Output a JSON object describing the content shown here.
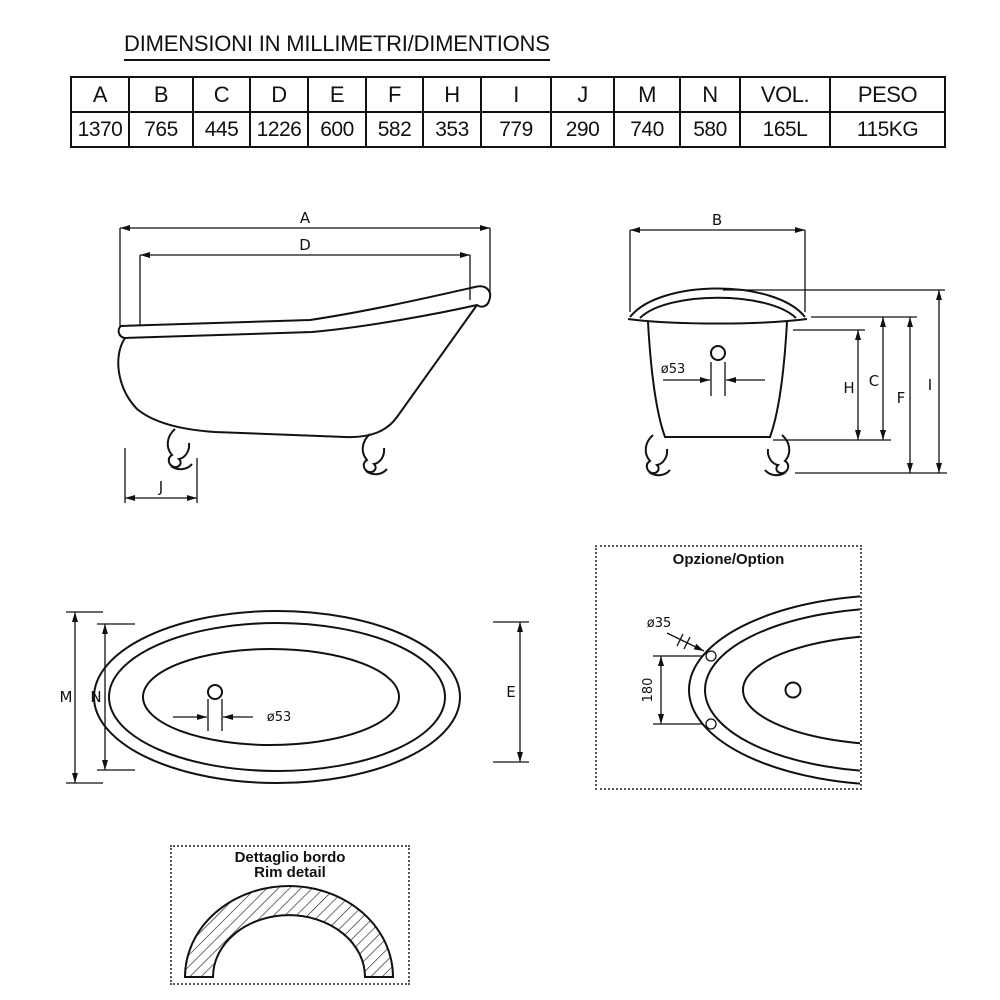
{
  "title": "DIMENSIONI IN MILLIMETRI/DIMENTIONS",
  "table": {
    "headers": [
      "A",
      "B",
      "C",
      "D",
      "E",
      "F",
      "H",
      "I",
      "J",
      "M",
      "N",
      "VOL.",
      "PESO"
    ],
    "values": [
      "1370",
      "765",
      "445",
      "1226",
      "600",
      "582",
      "353",
      "779",
      "290",
      "740",
      "580",
      "165L",
      "115KG"
    ]
  },
  "side_view": {
    "a": "A",
    "d": "D",
    "j": "J"
  },
  "end_view": {
    "b": "B",
    "drain": "ø53",
    "h": "H",
    "c": "C",
    "f": "F",
    "i": "I"
  },
  "top_view": {
    "m": "M",
    "n": "N",
    "e": "E",
    "drain": "ø53"
  },
  "option": {
    "title": "Opzione/Option",
    "hole": "ø35",
    "spacing": "180"
  },
  "rim": {
    "line1": "Dettaglio bordo",
    "line2": "Rim detail"
  }
}
